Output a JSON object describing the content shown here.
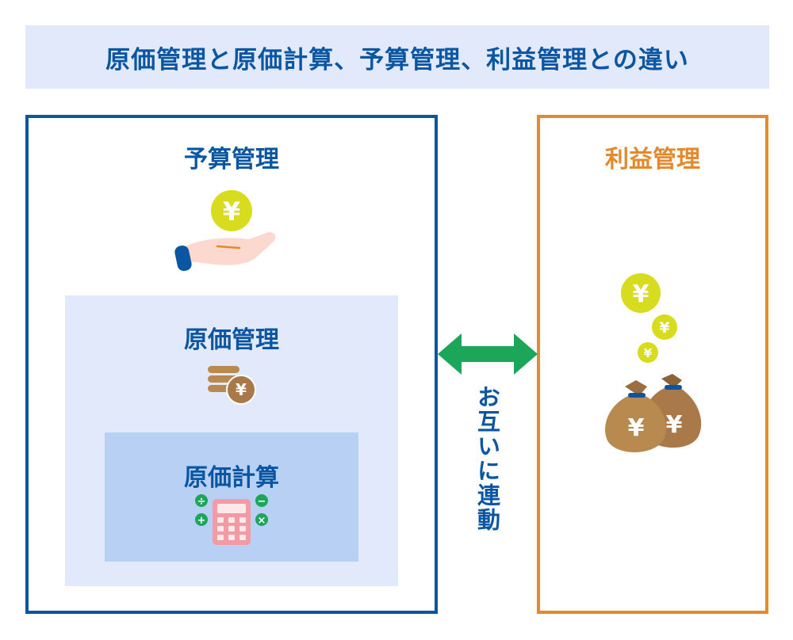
{
  "title": "原価管理と原価計算、予算管理、利益管理との違い",
  "budget_box": {
    "label": "予算管理"
  },
  "cost_panel": {
    "label": "原価管理"
  },
  "calc_panel": {
    "label": "原価計算"
  },
  "profit_box": {
    "label": "利益管理"
  },
  "link": {
    "label": "お互いに連動"
  },
  "icons": {
    "yen_symbol": "¥",
    "calculator_ops": [
      "÷",
      "−",
      "+",
      "×"
    ]
  },
  "colors": {
    "primary_blue": "#0a56a2",
    "accent_orange": "#e48a2c",
    "arrow_green": "#1ba65a",
    "light_panel": "#e1e9fb",
    "mid_panel": "#b7d0f3",
    "coin_yellow": "#d8dc1e",
    "bag_brown": "#a9794a",
    "calculator_pink": "#f39aa4"
  }
}
